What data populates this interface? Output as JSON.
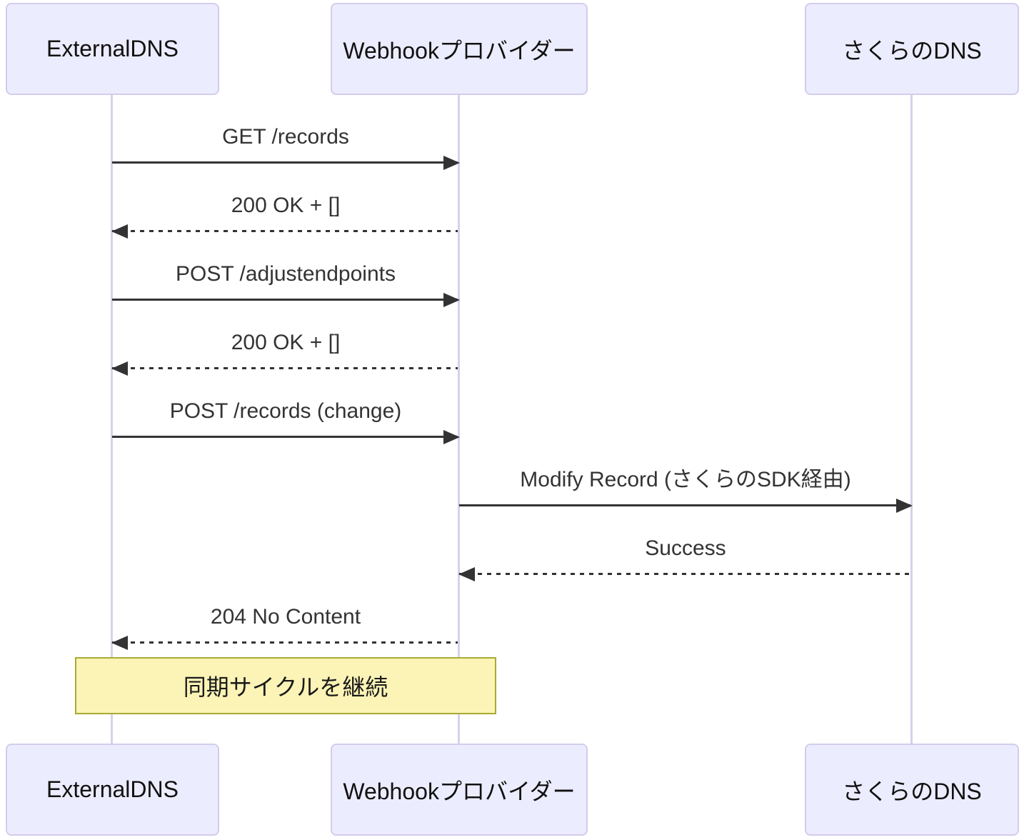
{
  "diagram": {
    "type": "sequence",
    "actors": [
      {
        "id": "externaldns",
        "label": "ExternalDNS"
      },
      {
        "id": "webhook",
        "label": "Webhookプロバイダー"
      },
      {
        "id": "sakura",
        "label": "さくらのDNS"
      }
    ],
    "messages": [
      {
        "from": "externaldns",
        "to": "webhook",
        "label": "GET /records",
        "style": "solid"
      },
      {
        "from": "webhook",
        "to": "externaldns",
        "label": "200 OK + []",
        "style": "dashed"
      },
      {
        "from": "externaldns",
        "to": "webhook",
        "label": "POST /adjustendpoints",
        "style": "solid"
      },
      {
        "from": "webhook",
        "to": "externaldns",
        "label": "200 OK + []",
        "style": "dashed"
      },
      {
        "from": "externaldns",
        "to": "webhook",
        "label": "POST /records (change)",
        "style": "solid"
      },
      {
        "from": "webhook",
        "to": "sakura",
        "label": "Modify Record (さくらのSDK経由)",
        "style": "solid"
      },
      {
        "from": "sakura",
        "to": "webhook",
        "label": "Success",
        "style": "dashed"
      },
      {
        "from": "webhook",
        "to": "externaldns",
        "label": "204 No Content",
        "style": "dashed"
      }
    ],
    "note": {
      "over": [
        "externaldns",
        "webhook"
      ],
      "label": "同期サイクルを継続"
    },
    "colors": {
      "actor_fill": "#ECECFF",
      "actor_border": "#d4cceb",
      "lifeline": "#d8d0ea",
      "line": "#333333",
      "message_text": "#333333",
      "note_fill": "#fcf4b6",
      "note_border": "#aaaa33"
    }
  }
}
